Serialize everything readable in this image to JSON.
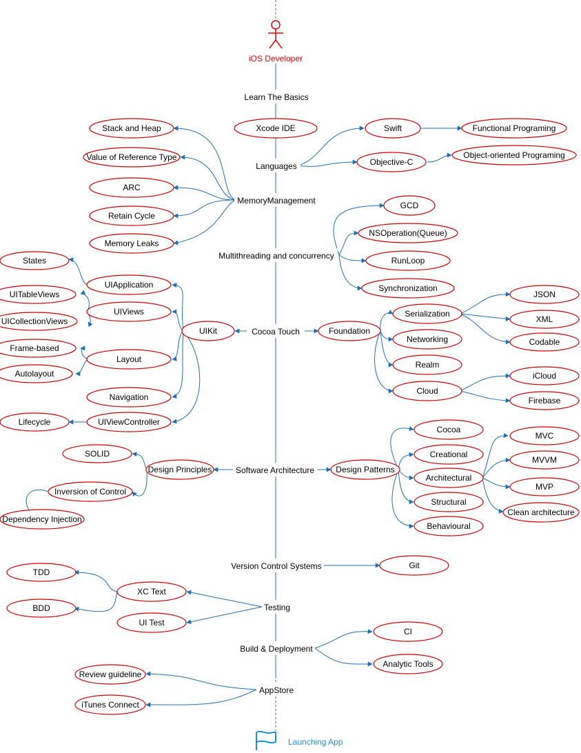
{
  "root": {
    "label": "iOS Developer"
  },
  "end": {
    "label": "Launching App"
  },
  "spine": [
    "Learn The Basics",
    "Languages",
    "MemoryManagement",
    "Multithreading and concurrency",
    "Cocoa Touch",
    "Software Architecture",
    "Version Control Systems",
    "Testing",
    "Build & Deployment",
    "AppStore"
  ],
  "nodes": {
    "xcode": "Xcode IDE",
    "swift": "Swift",
    "objc": "Objective-C",
    "functional": "Functional Programing",
    "oop": "Object-oriented Programing",
    "stackheap": "Stack and Heap",
    "valueref": "Value of Reference Type",
    "arc": "ARC",
    "retain": "Retain Cycle",
    "leaks": "Memory Leaks",
    "gcd": "GCD",
    "nsop": "NSOperation(Queue)",
    "runloop": "RunLoop",
    "sync": "Synchronization",
    "uikit": "UIKit",
    "foundation": "Foundation",
    "states": "States",
    "uiapp": "UIApplication",
    "uitable": "UITableViews",
    "uiviews": "UIViews",
    "uicoll": "UICollectionViews",
    "framebased": "Frame-based",
    "layout": "Layout",
    "autolayout": "Autolayout",
    "navigation": "Navigation",
    "lifecycle": "Lifecycle",
    "uivc": "UIViewController",
    "serialization": "Serialization",
    "json": "JSON",
    "xml": "XML",
    "codable": "Codable",
    "networking": "Networking",
    "realm": "Realm",
    "cloud": "Cloud",
    "icloud": "iCloud",
    "firebase": "Firebase",
    "designprinciples": "Design Principles",
    "solid": "SOLID",
    "ioc": "Inversion of Control",
    "di": "Dependency Injection",
    "designpatterns": "Design Patterns",
    "cocoa": "Cocoa",
    "creational": "Creational",
    "architectural": "Architectural",
    "structural": "Structural",
    "behavioural": "Behavioural",
    "mvc": "MVC",
    "mvvm": "MVVM",
    "mvp": "MVP",
    "clean": "Clean architecture",
    "git": "Git",
    "xctext": "XC Text",
    "uitest": "UI Test",
    "tdd": "TDD",
    "bdd": "BDD",
    "ci": "CI",
    "analytic": "Analytic Tools",
    "review": "Review guideline",
    "itunes": "iTunes Connect"
  },
  "colors": {
    "node_border": "#cc0000",
    "edge": "#1f6fb2",
    "root_text": "#e60000",
    "end_text": "#1f8fd6"
  }
}
